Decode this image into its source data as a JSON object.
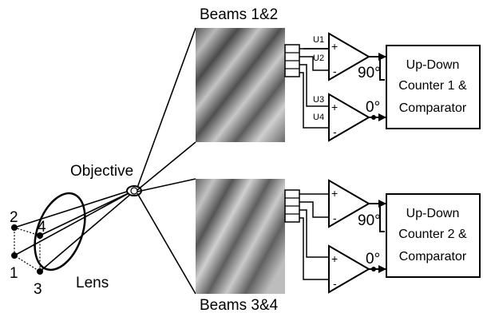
{
  "labels": {
    "beams_top": "Beams 1&2",
    "beams_bottom": "Beams 3&4",
    "objective": "Objective",
    "lens": "Lens",
    "point1": "1",
    "point2": "2",
    "point3": "3",
    "point4": "4",
    "u1": "U1",
    "u2": "U2",
    "u3": "U3",
    "u4": "U4",
    "phase_top_a": "90°",
    "phase_top_b": "0°",
    "phase_bot_a": "90°",
    "phase_bot_b": "0°",
    "plus": "+",
    "minus": "-"
  },
  "counter1": {
    "line1": "Up-Down",
    "line2": "Counter 1 &",
    "line3": "Comparator"
  },
  "counter2": {
    "line1": "Up-Down",
    "line2": "Counter 2 &",
    "line3": "Comparator"
  }
}
